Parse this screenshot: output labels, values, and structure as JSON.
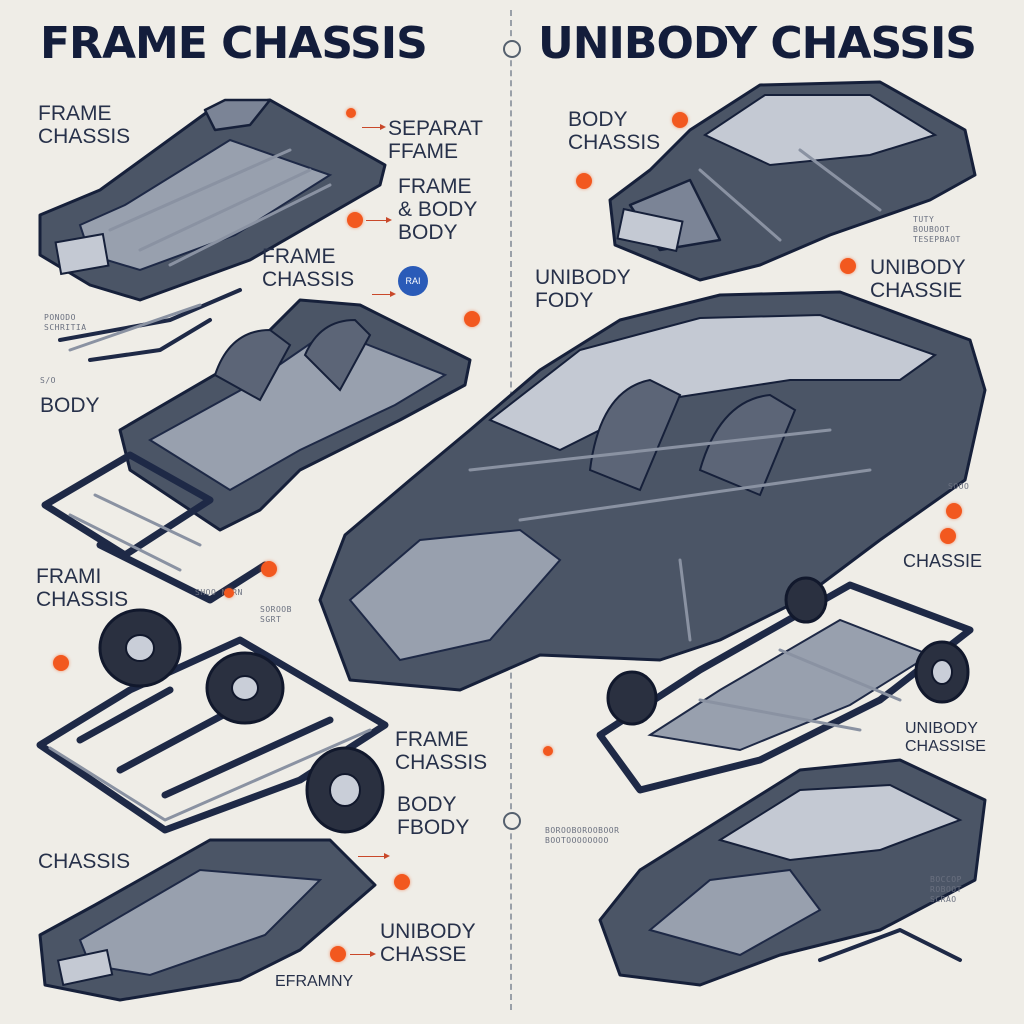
{
  "header": {
    "left_title": "FRAME CHASSIS",
    "right_title": "UNIBODY CHASSIS"
  },
  "left_labels": {
    "frame_chassis_top": "FRAME\nCHASSIS",
    "separat_frame": "SEPARAT\nFFAME",
    "frame_body": "FRAME\n& BODY\nBODY",
    "frame_chassis_mid": "FRAME\nCHASSIS",
    "body": "BODY",
    "fram_chassis": "FRAMI\nCHASSIS",
    "frame_chassis_low": "FRAME\nCHASSIS",
    "body_fbody": "BODY\nFBODY",
    "chassis": "CHASSIS",
    "unibody_chasse": "UNIBODY\nCHASSE",
    "eframny": "EFRAMNY"
  },
  "right_labels": {
    "body_chassis": "BODY\nCHASSIS",
    "unibody_fody": "UNIBODY\nFODY",
    "unibody_chassie": "UNIBODY\nCHASSIE",
    "chassie": "CHASSIE",
    "unibody_chassise": "UNIBODY\nCHASSISE"
  },
  "tiny_text": {
    "t1": "TUTY\nBOUBOOT\nTESEPBAOT",
    "t2": "SOROOB\nSGRT",
    "t3": "SHOO NORN",
    "t4": "PONODO\nSCHRITIA",
    "t5": "S/O",
    "t6": "SOOO",
    "t7": "BOROOBOROOBOOR\nBOOTOOOOOOOO",
    "t8": "BOCCOP\nROBOOT\nSCRAO"
  },
  "badge": {
    "text": "RAI"
  },
  "colors": {
    "accent_dot": "#f2581f",
    "ink": "#16203a",
    "background": "#efede7"
  }
}
